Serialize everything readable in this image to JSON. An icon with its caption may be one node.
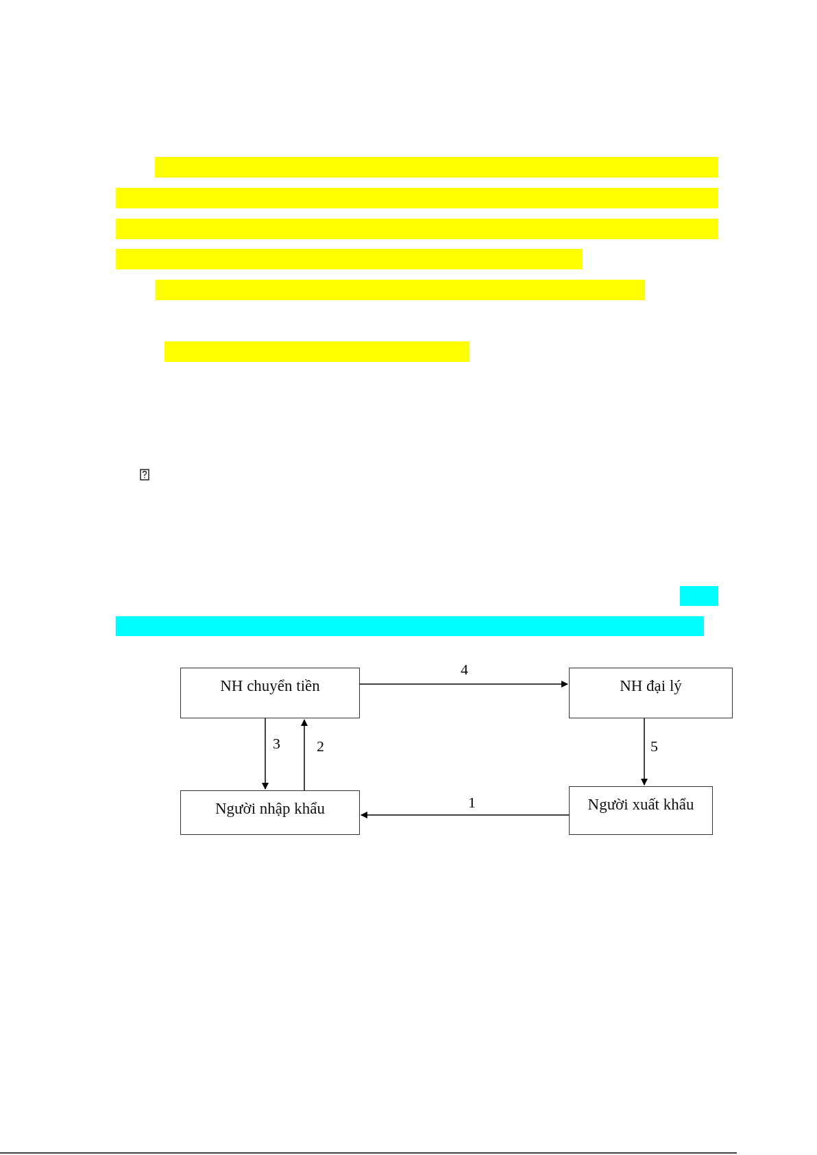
{
  "diagram": {
    "nodes": [
      {
        "text": [
          "NH chuyển tiền"
        ]
      },
      {
        "text": [
          "NH đại lý"
        ]
      },
      {
        "text": [
          "Người nhập khẩu"
        ]
      },
      {
        "text": [
          "Người xuất khẩu"
        ]
      }
    ],
    "edges": [
      {
        "from": 3,
        "to": 2,
        "arrow": "to",
        "label": "1"
      },
      {
        "from": 2,
        "to": 0,
        "arrow": "to",
        "label": "2"
      },
      {
        "from": 0,
        "to": 2,
        "arrow": "to",
        "label": "3"
      },
      {
        "from": 0,
        "to": 1,
        "arrow": "to",
        "label": "4"
      },
      {
        "from": 1,
        "to": 3,
        "arrow": "to",
        "label": "5"
      }
    ]
  }
}
